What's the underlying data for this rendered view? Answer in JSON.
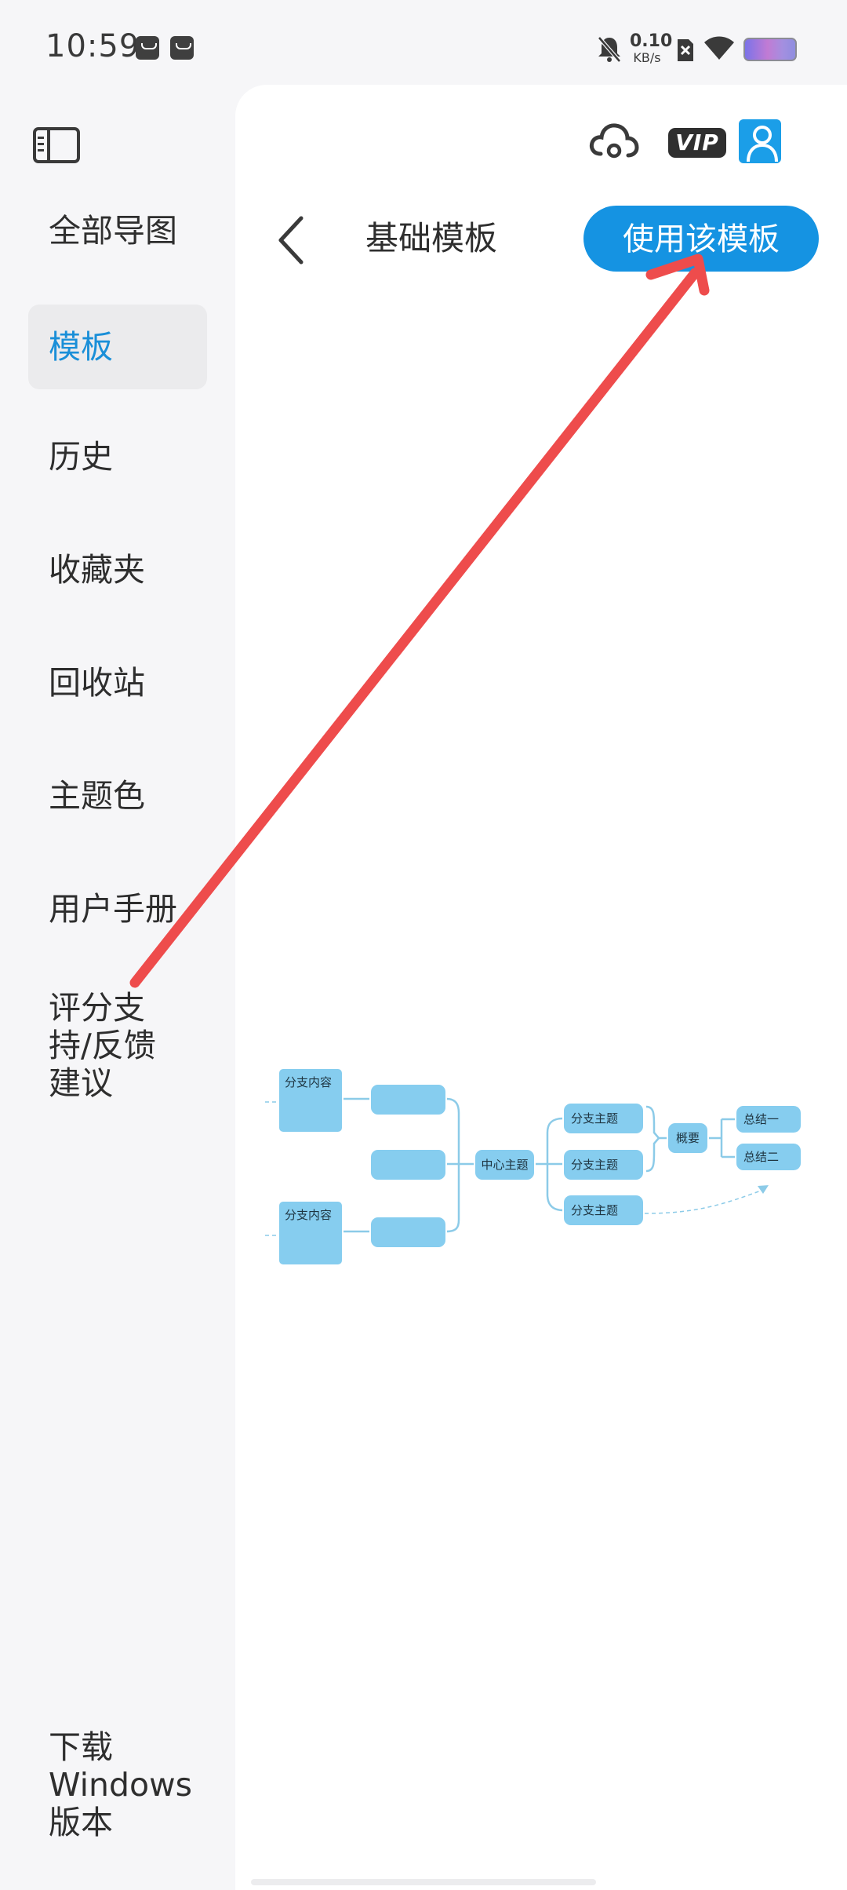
{
  "status_bar": {
    "time": "10:59",
    "net_speed_value": "0.10",
    "net_speed_unit": "KB/s",
    "icons": [
      "app-notification-icon",
      "app-notification-icon",
      "mute-bell-icon",
      "no-sim-icon",
      "wifi-icon",
      "battery-icon"
    ]
  },
  "sidebar": {
    "items": [
      {
        "label": "全部导图",
        "active": false
      },
      {
        "label": "模板",
        "active": true
      },
      {
        "label": "历史",
        "active": false
      },
      {
        "label": "收藏夹",
        "active": false
      },
      {
        "label": "回收站",
        "active": false
      },
      {
        "label": "主题色",
        "active": false
      },
      {
        "label": "用户手册",
        "active": false
      },
      {
        "label": "评分支持/反馈建议",
        "active": false
      }
    ],
    "download": {
      "line1": "下载",
      "line2": "Windows",
      "line3": "版本"
    }
  },
  "header": {
    "vip_label": "VIP",
    "title": "基础模板",
    "use_button_label": "使用该模板"
  },
  "preview": {
    "left_content_boxes": [
      "分支内容",
      "分支内容"
    ],
    "central_topic": "中心主题",
    "branch_topics": [
      "分支主题",
      "分支主题",
      "分支主题"
    ],
    "summary_label": "概要",
    "conclusions": [
      "总结一",
      "总结二"
    ]
  },
  "colors": {
    "accent": "#1593e2",
    "active_text": "#1a8fd8",
    "node_fill": "#86cdef",
    "connector": "#8ccbe8",
    "annotation_arrow": "#ee4c4c"
  }
}
